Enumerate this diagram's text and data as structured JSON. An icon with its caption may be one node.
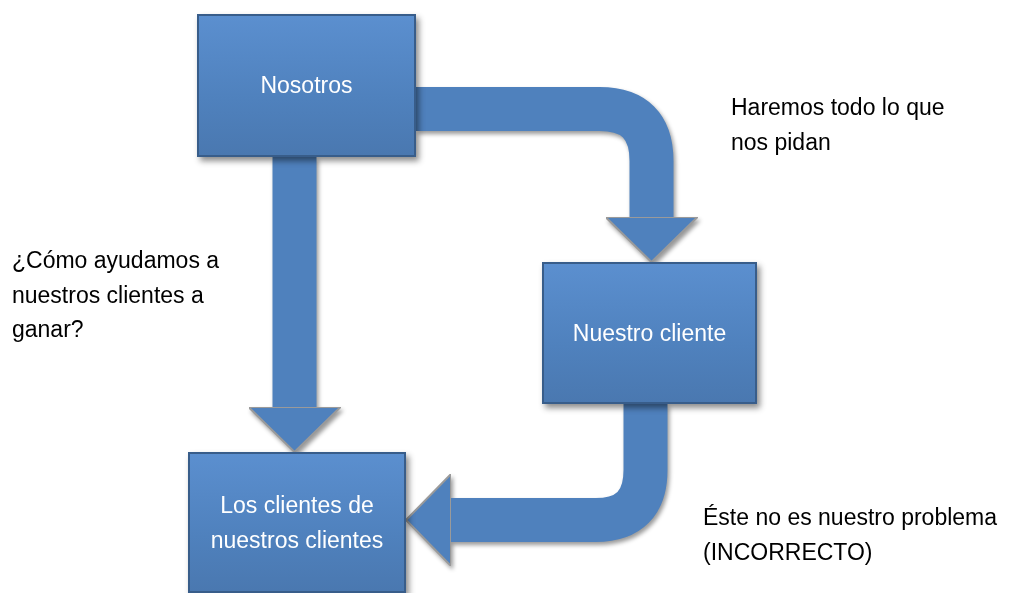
{
  "diagram": {
    "nodes": [
      {
        "text": [
          "Nosotros"
        ]
      },
      {
        "text": [
          "Nuestro cliente"
        ]
      },
      {
        "text": [
          "Los clientes de nuestros clientes"
        ]
      }
    ],
    "edges": [
      {
        "from": 0,
        "to": 2,
        "arrow": "to",
        "label": "¿Cómo ayudamos a nuestros clientes a ganar?"
      },
      {
        "from": 0,
        "to": 1,
        "arrow": "to",
        "label": "Haremos todo lo que nos pidan"
      },
      {
        "from": 1,
        "to": 2,
        "arrow": "to",
        "label": "Éste no es nuestro problema (INCORRECTO)"
      }
    ]
  }
}
